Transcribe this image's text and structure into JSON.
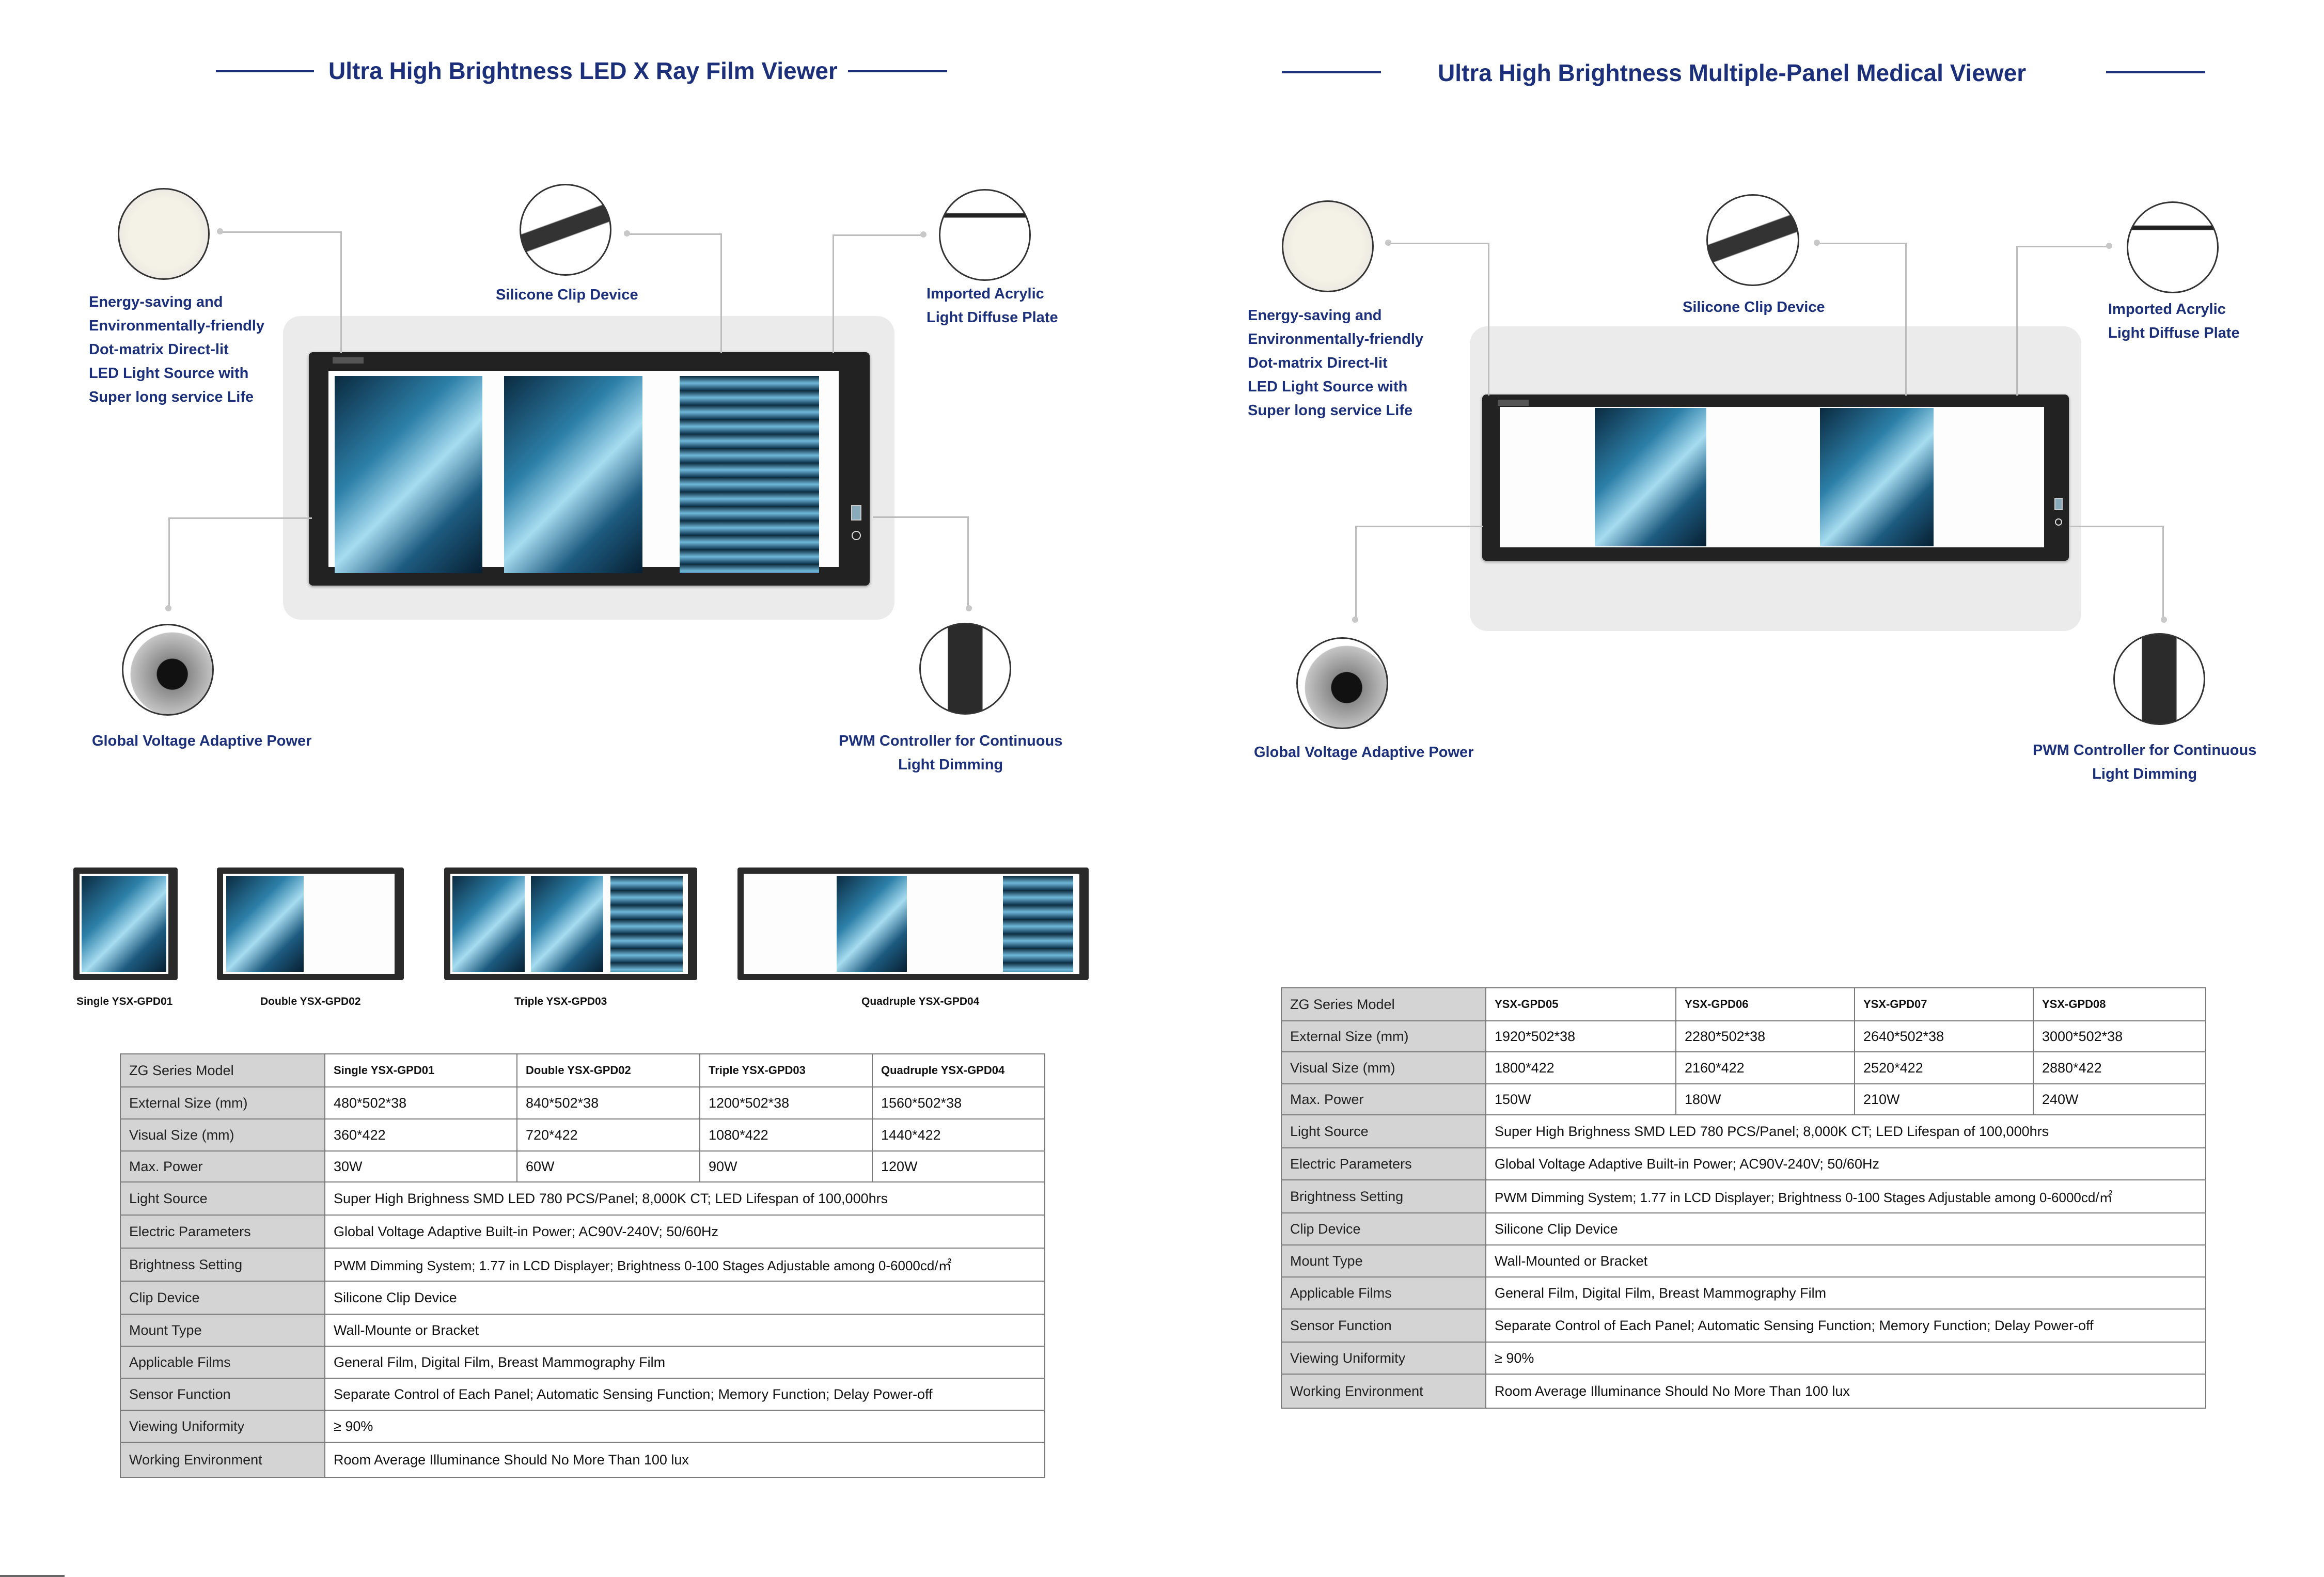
{
  "left": {
    "title": "Ultra High Brightness LED X Ray Film Viewer",
    "features": {
      "led": [
        "Energy-saving and",
        "Environmentally-friendly",
        "Dot-matrix Direct-lit",
        "LED Light Source with",
        "Super long service Life"
      ],
      "clip": [
        "Silicone Clip Device"
      ],
      "acrylic": [
        "Imported Acrylic",
        "Light Diffuse Plate"
      ],
      "power": [
        "Global Voltage Adaptive Power"
      ],
      "pwm": [
        "PWM Controller for Continuous",
        "Light Dimming"
      ]
    },
    "thumbnails": [
      {
        "caption": "Single YSX-GPD01"
      },
      {
        "caption": "Double YSX-GPD02"
      },
      {
        "caption": "Triple YSX-GPD03"
      },
      {
        "caption": "Quadruple YSX-GPD04"
      }
    ],
    "table": {
      "header": "ZG Series Model",
      "models": [
        "Single YSX-GPD01",
        "Double YSX-GPD02",
        "Triple YSX-GPD03",
        "Quadruple YSX-GPD04"
      ],
      "multi_rows": [
        {
          "label": "External Size (mm)",
          "values": [
            "480*502*38",
            "840*502*38",
            "1200*502*38",
            "1560*502*38"
          ]
        },
        {
          "label": "Visual Size (mm)",
          "values": [
            "360*422",
            "720*422",
            "1080*422",
            "1440*422"
          ]
        },
        {
          "label": "Max. Power",
          "values": [
            "30W",
            "60W",
            "90W",
            "120W"
          ]
        }
      ],
      "span_rows": [
        {
          "label": "Light Source",
          "value": "Super High Brighness SMD LED 780 PCS/Panel; 8,000K CT; LED Lifespan of 100,000hrs"
        },
        {
          "label": "Electric Parameters",
          "value": "Global Voltage Adaptive Built-in Power; AC90V-240V; 50/60Hz"
        },
        {
          "label": "Brightness Setting",
          "value": "PWM Dimming System; 1.77 in LCD Displayer; Brightness 0-100 Stages Adjustable among 0-6000cd/㎡"
        },
        {
          "label": "Clip Device",
          "value": "Silicone Clip Device"
        },
        {
          "label": "Mount Type",
          "value": "Wall-Mounte or Bracket"
        },
        {
          "label": "Applicable Films",
          "value": "General Film, Digital Film, Breast Mammography Film"
        },
        {
          "label": "Sensor Function",
          "value": "Separate Control of Each Panel; Automatic Sensing Function; Memory Function; Delay Power-off"
        },
        {
          "label": "Viewing Uniformity",
          "value": "≥ 90%"
        },
        {
          "label": "Working Environment",
          "value": "Room Average Illuminance Should No More Than 100 lux"
        }
      ]
    }
  },
  "right": {
    "title": "Ultra High Brightness Multiple-Panel Medical Viewer",
    "features": {
      "led": [
        "Energy-saving and",
        "Environmentally-friendly",
        "Dot-matrix Direct-lit",
        "LED Light Source with",
        "Super long service Life"
      ],
      "clip": [
        "Silicone Clip Device"
      ],
      "acrylic": [
        "Imported Acrylic",
        "Light Diffuse Plate"
      ],
      "power": [
        "Global Voltage Adaptive Power"
      ],
      "pwm": [
        "PWM Controller for Continuous",
        "Light Dimming"
      ]
    },
    "table": {
      "header": "ZG Series Model",
      "models": [
        "YSX-GPD05",
        "YSX-GPD06",
        "YSX-GPD07",
        "YSX-GPD08"
      ],
      "multi_rows": [
        {
          "label": "External Size (mm)",
          "values": [
            "1920*502*38",
            "2280*502*38",
            "2640*502*38",
            "3000*502*38"
          ]
        },
        {
          "label": "Visual Size (mm)",
          "values": [
            "1800*422",
            "2160*422",
            "2520*422",
            "2880*422"
          ]
        },
        {
          "label": "Max. Power",
          "values": [
            "150W",
            "180W",
            "210W",
            "240W"
          ]
        }
      ],
      "span_rows": [
        {
          "label": "Light Source",
          "value": "Super High Brighness SMD LED 780 PCS/Panel; 8,000K CT; LED Lifespan of 100,000hrs"
        },
        {
          "label": "Electric Parameters",
          "value": "Global Voltage Adaptive Built-in Power; AC90V-240V; 50/60Hz"
        },
        {
          "label": "Brightness Setting",
          "value": "PWM Dimming System; 1.77 in LCD Displayer; Brightness 0-100 Stages Adjustable among 0-6000cd/㎡"
        },
        {
          "label": "Clip Device",
          "value": "Silicone Clip Device"
        },
        {
          "label": "Mount Type",
          "value": "Wall-Mounted or Bracket"
        },
        {
          "label": "Applicable Films",
          "value": "General Film, Digital Film, Breast Mammography Film"
        },
        {
          "label": "Sensor Function",
          "value": "Separate Control of Each Panel; Automatic Sensing Function; Memory Function; Delay Power-off"
        },
        {
          "label": "Viewing Uniformity",
          "value": "≥ 90%"
        },
        {
          "label": "Working Environment",
          "value": "Room Average Illuminance Should No More Than 100 lux"
        }
      ]
    }
  }
}
